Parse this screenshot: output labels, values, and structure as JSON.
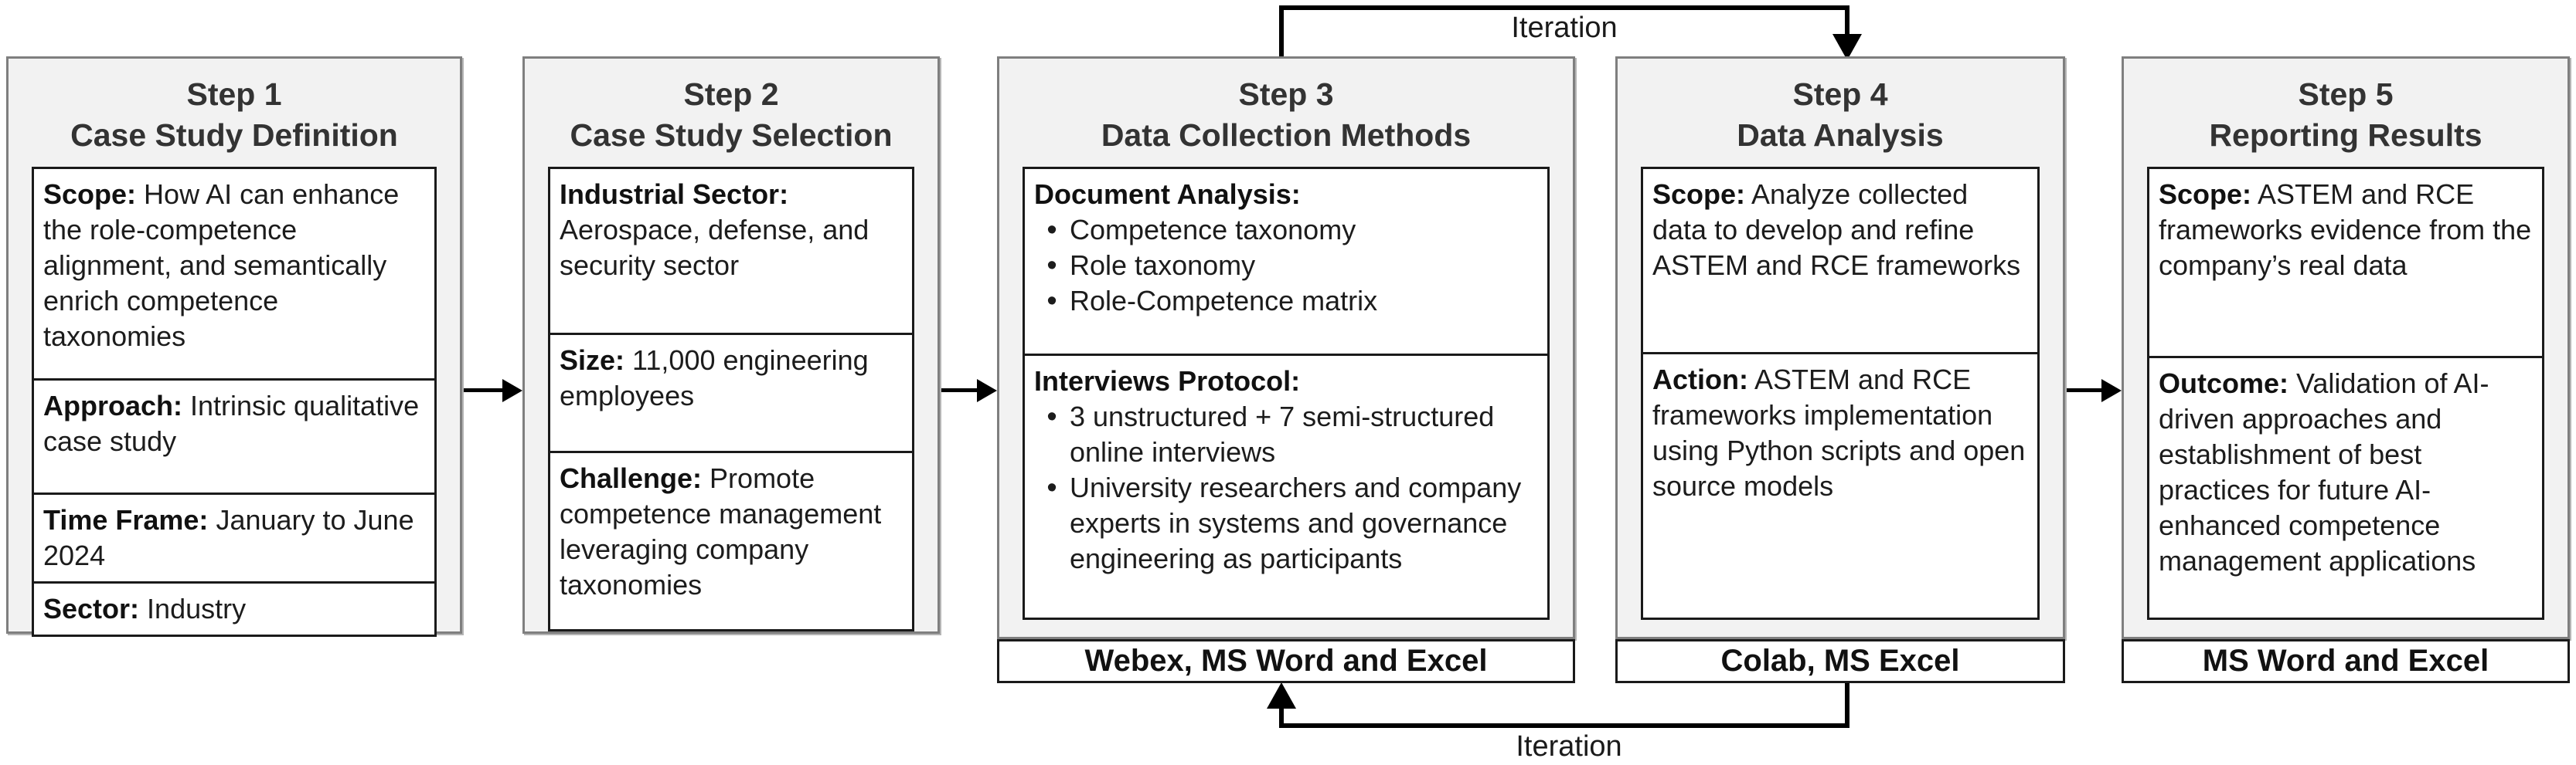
{
  "colors": {
    "outer_box_fill": "#f2f2f2",
    "outer_box_border": "#7f7f7f",
    "inner_box_border": "#1a1a1a",
    "text": "#1c1c1c",
    "arrow": "#000000"
  },
  "iteration": {
    "top_label": "Iteration",
    "bottom_label": "Iteration"
  },
  "steps": [
    {
      "title_line1": "Step 1",
      "title_line2": "Case Study Definition",
      "sections": [
        {
          "label": "Scope:",
          "text": "How AI can enhance the role-competence alignment, and semantically enrich competence taxonomies"
        },
        {
          "label": "Approach:",
          "text": "Intrinsic qualitative case study"
        },
        {
          "label": "Time Frame:",
          "text": "January to June 2024"
        },
        {
          "label": "Sector:",
          "text": "Industry"
        }
      ]
    },
    {
      "title_line1": "Step 2",
      "title_line2": "Case Study Selection",
      "sections": [
        {
          "label": "Industrial Sector:",
          "text": "Aerospace, defense, and security sector"
        },
        {
          "label": "Size:",
          "text": "11,000 engineering employees"
        },
        {
          "label": "Challenge:",
          "text": "Promote competence management leveraging company taxonomies"
        }
      ]
    },
    {
      "title_line1": "Step 3",
      "title_line2": "Data Collection Methods",
      "sections": [
        {
          "label": "Document Analysis:",
          "bullets": [
            "Competence taxonomy",
            "Role taxonomy",
            "Role-Competence matrix"
          ]
        },
        {
          "label": "Interviews Protocol:",
          "bullets": [
            "3 unstructured + 7 semi-structured online interviews",
            "University researchers and company experts in systems and governance engineering as participants"
          ]
        }
      ],
      "footer": "Webex, MS Word and Excel"
    },
    {
      "title_line1": "Step 4",
      "title_line2": "Data Analysis",
      "sections": [
        {
          "label": "Scope:",
          "text": "Analyze collected data to develop and refine ASTEM and RCE frameworks"
        },
        {
          "label": "Action:",
          "text": "ASTEM and RCE frameworks implementation using Python scripts and open source models"
        }
      ],
      "footer": "Colab, MS Excel"
    },
    {
      "title_line1": "Step 5",
      "title_line2": "Reporting Results",
      "sections": [
        {
          "label": "Scope:",
          "text": "ASTEM and RCE frameworks evidence from the company’s real data"
        },
        {
          "label": "Outcome:",
          "text": "Validation of AI-driven approaches and establishment of best practices for future AI-enhanced competence management applications"
        }
      ],
      "footer": "MS Word and Excel"
    }
  ]
}
